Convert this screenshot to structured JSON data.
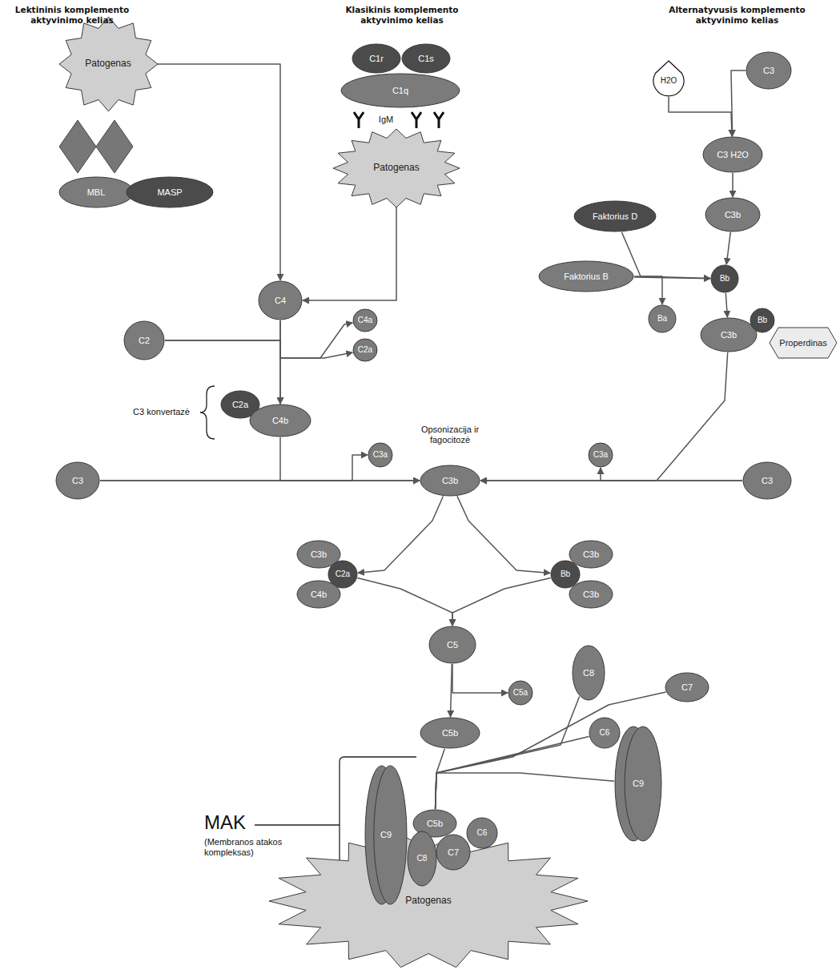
{
  "diagram": {
    "nodes": [
      {
        "text": [
          "Patogenas"
        ]
      },
      {
        "text": [
          "MBL"
        ]
      },
      {
        "text": [
          "MASP"
        ]
      },
      {
        "text": [
          "C1r"
        ]
      },
      {
        "text": [
          "C1s"
        ]
      },
      {
        "text": [
          "C1q"
        ]
      },
      {
        "text": [
          "Patogenas"
        ]
      },
      {
        "text": [
          "H2O"
        ]
      },
      {
        "text": [
          "C3"
        ]
      },
      {
        "text": [
          "C3 H2O"
        ]
      },
      {
        "text": [
          "C3b"
        ]
      },
      {
        "text": [
          "Faktorius D"
        ]
      },
      {
        "text": [
          "Faktorius B"
        ]
      },
      {
        "text": [
          "Bb"
        ]
      },
      {
        "text": [
          "Ba"
        ]
      },
      {
        "text": [
          "C3b"
        ]
      },
      {
        "text": [
          "Bb"
        ]
      },
      {
        "text": [
          "Properdinas"
        ]
      },
      {
        "text": [
          "C4"
        ]
      },
      {
        "text": [
          "C2"
        ]
      },
      {
        "text": [
          "C4a"
        ]
      },
      {
        "text": [
          "C2a"
        ]
      },
      {
        "text": [
          "C2a"
        ]
      },
      {
        "text": [
          "C4b"
        ]
      },
      {
        "text": [
          "C3a"
        ]
      },
      {
        "text": [
          "C3a"
        ]
      },
      {
        "text": [
          "C3"
        ]
      },
      {
        "text": [
          "C3"
        ]
      },
      {
        "text": [
          "C3b"
        ]
      },
      {
        "text": [
          "C3b"
        ]
      },
      {
        "text": [
          "C2a"
        ]
      },
      {
        "text": [
          "C4b"
        ]
      },
      {
        "text": [
          "Bb"
        ]
      },
      {
        "text": [
          "C3b"
        ]
      },
      {
        "text": [
          "C3b"
        ]
      },
      {
        "text": [
          "C5"
        ]
      },
      {
        "text": [
          "C5a"
        ]
      },
      {
        "text": [
          "C5b"
        ]
      },
      {
        "text": [
          "C8"
        ]
      },
      {
        "text": [
          "C7"
        ]
      },
      {
        "text": [
          "C6"
        ]
      },
      {
        "text": [
          "C9"
        ]
      },
      {
        "text": [
          "Patogenas"
        ]
      },
      {
        "text": [
          "C9"
        ]
      },
      {
        "text": [
          "C5b"
        ]
      },
      {
        "text": [
          "C8"
        ]
      },
      {
        "text": [
          "C7"
        ]
      },
      {
        "text": [
          "C6"
        ]
      }
    ],
    "edges": [
      {
        "from": 0,
        "to": 18,
        "arrow": "to"
      },
      {
        "from": 6,
        "to": 18,
        "arrow": "to"
      },
      {
        "from": 7,
        "to": 9,
        "arrow": "to"
      },
      {
        "from": 8,
        "to": 9,
        "arrow": "to"
      },
      {
        "from": 9,
        "to": 10,
        "arrow": "to"
      },
      {
        "from": 10,
        "to": 13,
        "arrow": "to"
      },
      {
        "from": 11,
        "to": 13,
        "arrow": "to"
      },
      {
        "from": 12,
        "to": 13,
        "arrow": "to"
      },
      {
        "from": 12,
        "to": 14,
        "arrow": "to"
      },
      {
        "from": 13,
        "to": 15,
        "arrow": "to"
      },
      {
        "from": 18,
        "to": 23,
        "arrow": "to"
      },
      {
        "from": 19,
        "to": 23,
        "arrow": "to"
      },
      {
        "from": 18,
        "to": 20,
        "arrow": "to"
      },
      {
        "from": 19,
        "to": 21,
        "arrow": "to"
      },
      {
        "from": 23,
        "to": 28,
        "arrow": "to"
      },
      {
        "from": 27,
        "to": 28,
        "arrow": "to"
      },
      {
        "from": 27,
        "to": 24,
        "arrow": "to"
      },
      {
        "from": 26,
        "to": 28,
        "arrow": "to"
      },
      {
        "from": 26,
        "to": 25,
        "arrow": "to"
      },
      {
        "from": 15,
        "to": 28,
        "arrow": "to"
      },
      {
        "from": 28,
        "to": 30,
        "arrow": "to"
      },
      {
        "from": 28,
        "to": 32,
        "arrow": "to"
      },
      {
        "from": 30,
        "to": 35,
        "arrow": "to"
      },
      {
        "from": 32,
        "to": 35,
        "arrow": "to"
      },
      {
        "from": 35,
        "to": 37,
        "arrow": "to"
      },
      {
        "from": 35,
        "to": 36,
        "arrow": "to"
      },
      {
        "from": 37,
        "to": 44,
        "arrow": "none"
      },
      {
        "from": 38,
        "to": 44,
        "arrow": "none"
      },
      {
        "from": 39,
        "to": 44,
        "arrow": "none"
      },
      {
        "from": 40,
        "to": 44,
        "arrow": "none"
      },
      {
        "from": 41,
        "to": 44,
        "arrow": "none"
      }
    ],
    "labels": [
      "Lektininis komplemento aktyvinimo kelias",
      "Klasikinis komplemento aktyvinimo kelias",
      "Alternatyvusis komplemento aktyvinimo kelias",
      "IgM",
      "C3 konvertazė",
      "Opsonizacija ir fagocitozė",
      "MAK",
      "(Membranos atakos kompleksas)"
    ]
  }
}
